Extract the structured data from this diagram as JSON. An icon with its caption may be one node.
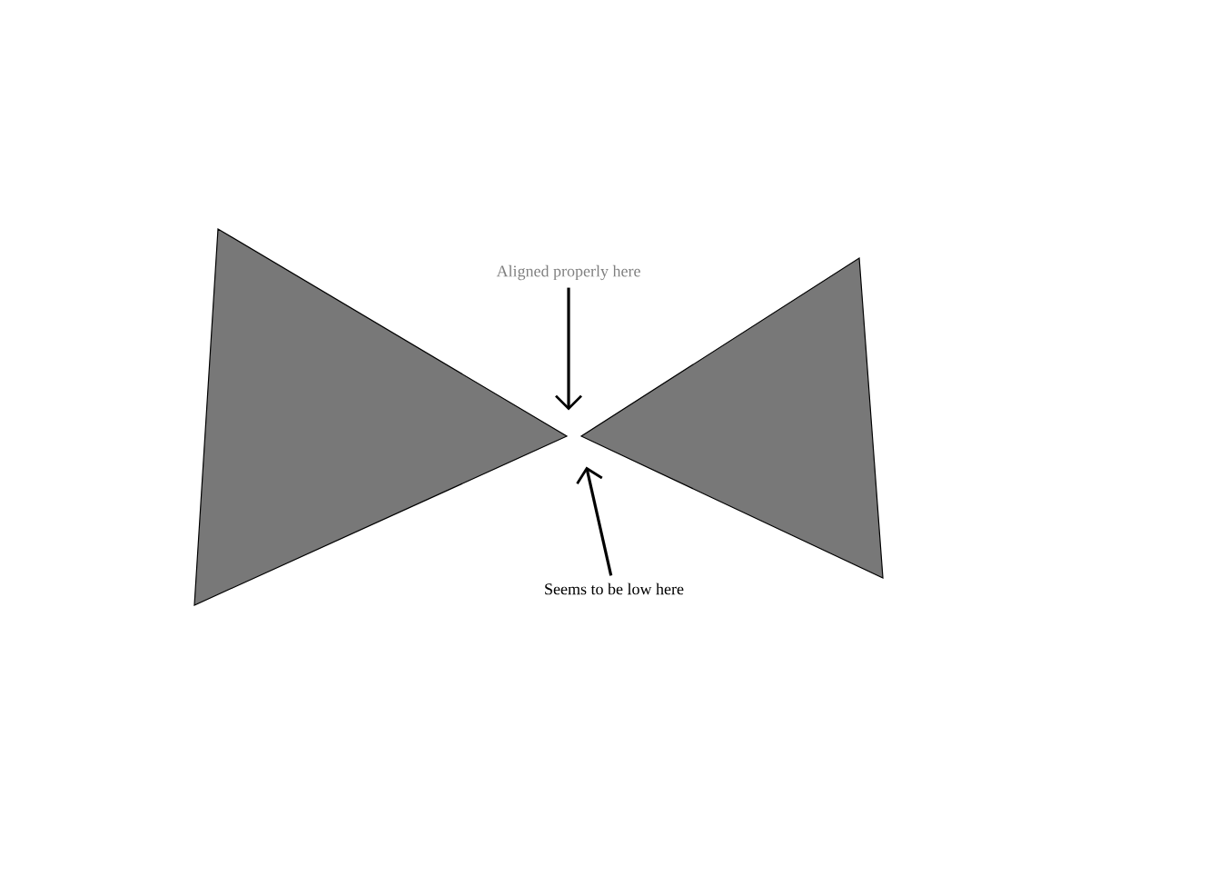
{
  "diagram": {
    "nodes": [
      {
        "text": [],
        "shape": "triangle"
      },
      {
        "text": [],
        "shape": "triangle"
      },
      {
        "text": [
          "Aligned properly here"
        ]
      },
      {
        "text": [
          "Seems to be low here"
        ]
      }
    ],
    "edges": [
      {
        "from": 2,
        "to": 0,
        "arrow": "to"
      },
      {
        "from": 3,
        "to": 1,
        "arrow": "to"
      }
    ]
  }
}
